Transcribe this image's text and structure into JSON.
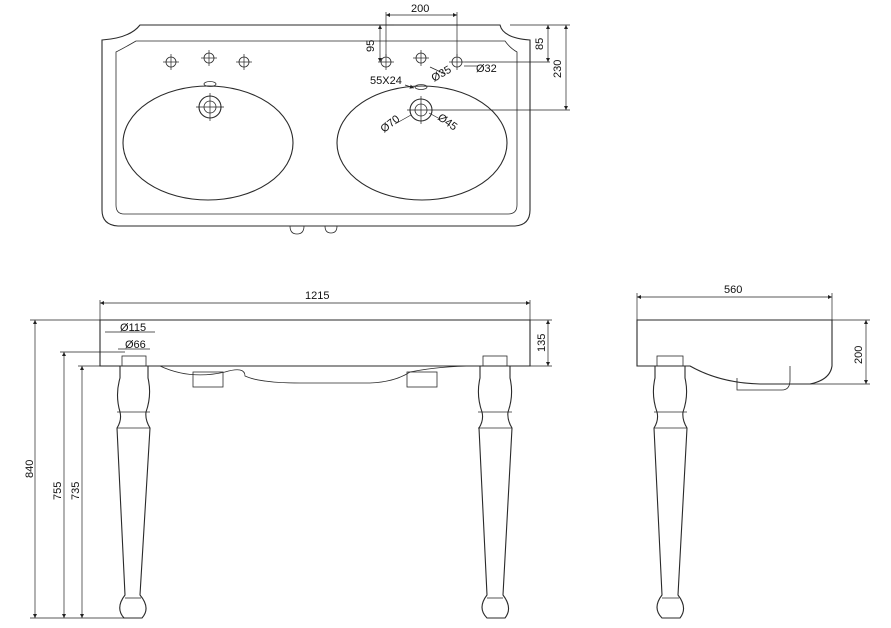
{
  "plan_view": {
    "dim_tap_spacing": "200",
    "dim_tap_from_back": "95",
    "dim_back_edge": "85",
    "dim_waste_from_back": "230",
    "dim_overflow_slot": "55X24",
    "dim_tap_hole_35": "Ø35",
    "dim_tap_hole_32": "Ø32",
    "dim_waste_70": "Ø70",
    "dim_waste_45": "Ø45"
  },
  "front_view": {
    "dim_width": "1215",
    "dim_leg_top_115": "Ø115",
    "dim_leg_top_66": "Ø66",
    "dim_basin_height": "135",
    "dim_total_height": "840",
    "dim_height_755": "755",
    "dim_height_735": "735"
  },
  "side_view": {
    "dim_depth": "560",
    "dim_height": "200"
  }
}
